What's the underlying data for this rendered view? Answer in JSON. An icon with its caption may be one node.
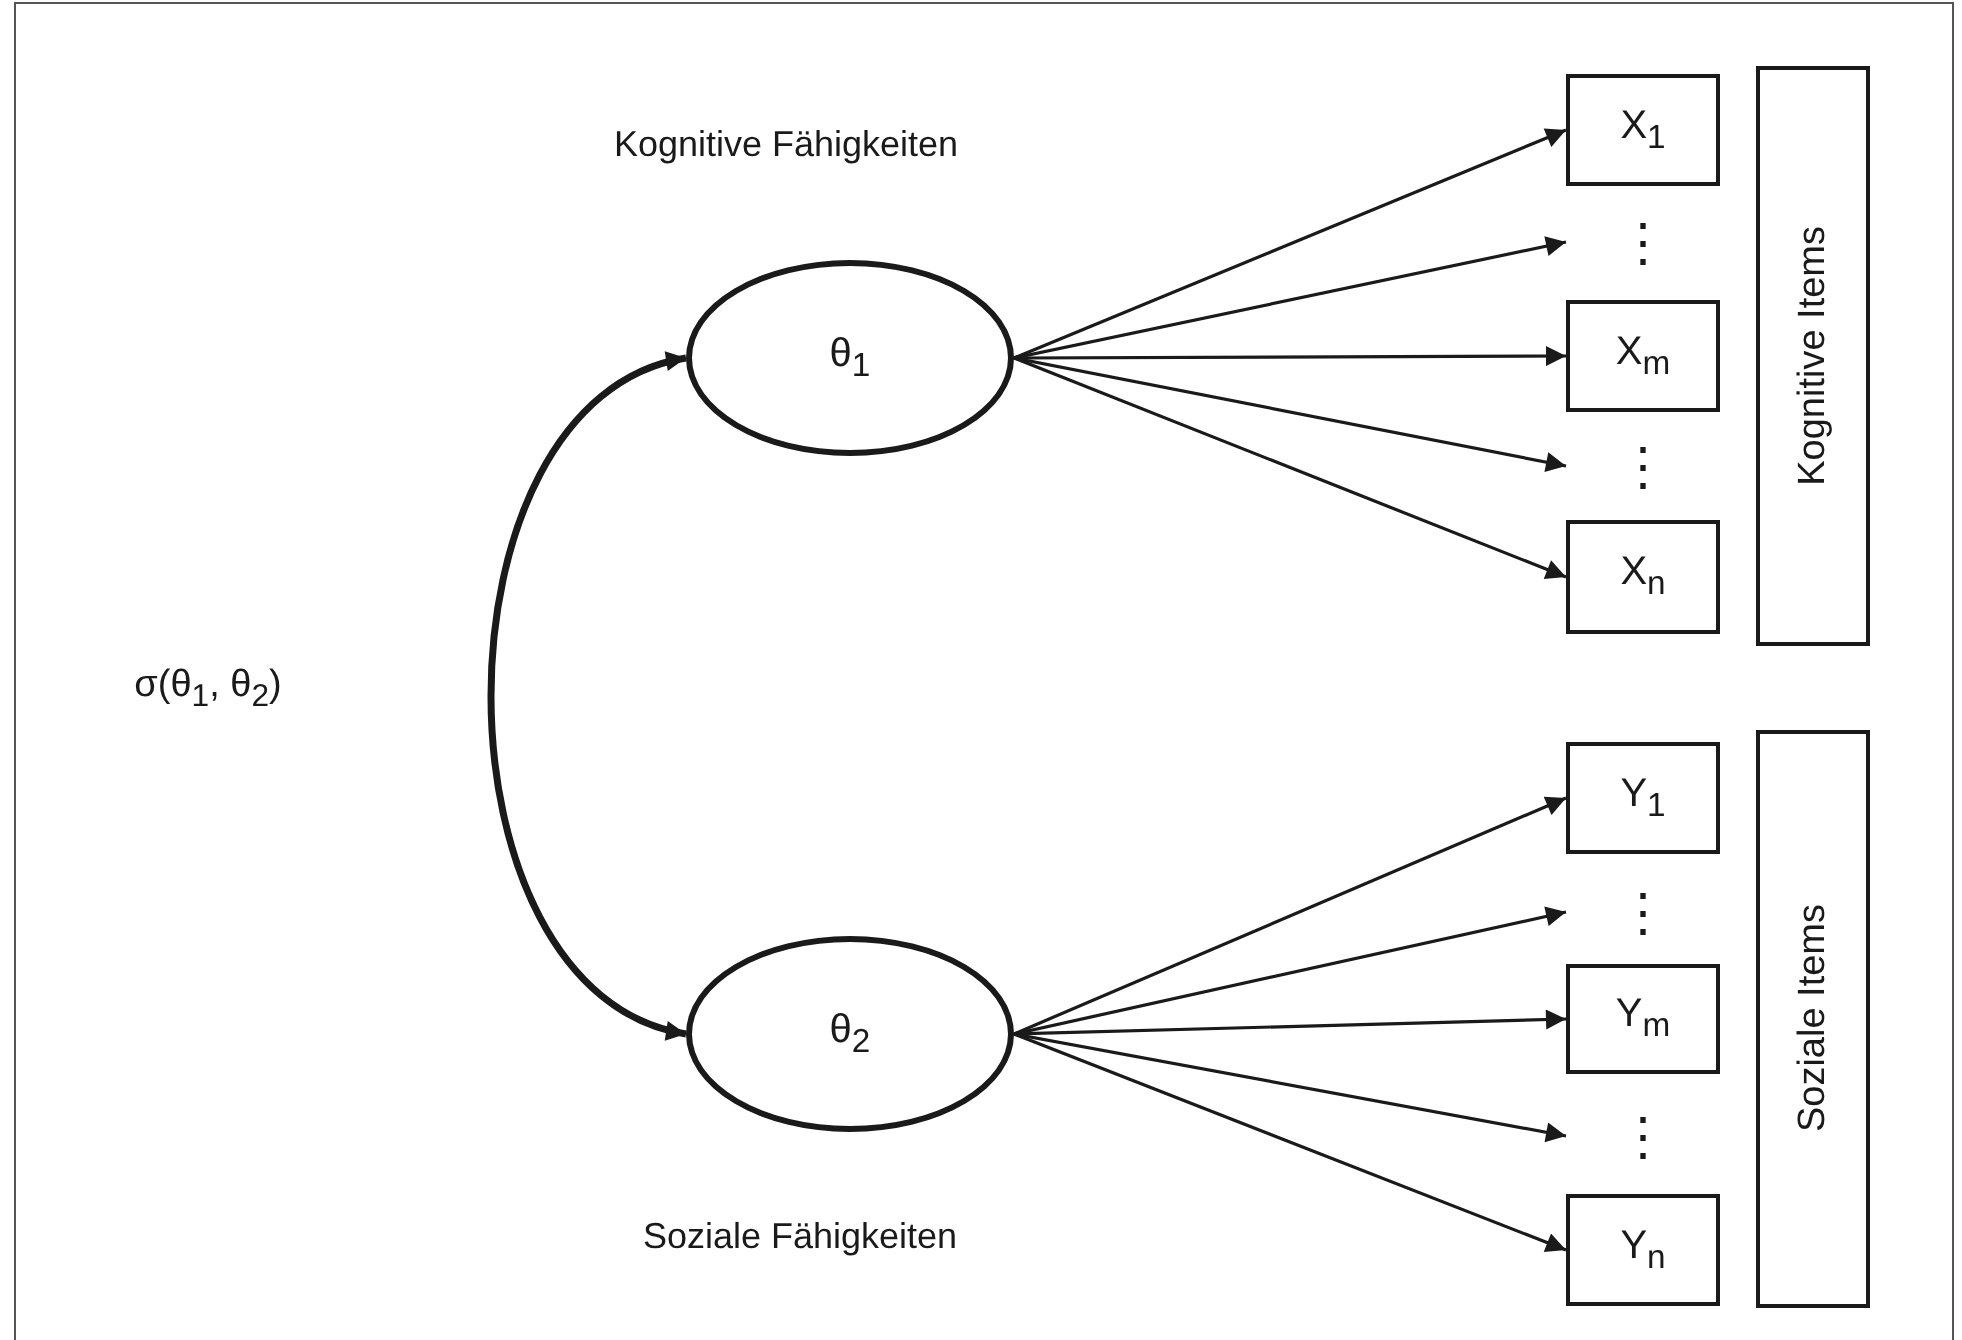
{
  "diagram": {
    "nodes": [
      {
        "text": [
          "θ$_{1}$"
        ],
        "beside": [
          "Kognitive Fähigkeiten"
        ]
      },
      {
        "text": [
          "X$_{1}$"
        ]
      },
      {
        "text": [
          "⋮"
        ]
      },
      {
        "text": [
          "X$_{m}$"
        ]
      },
      {
        "text": [
          "⋮"
        ]
      },
      {
        "text": [
          "X$_{n}$"
        ]
      },
      {
        "text": [
          "Kognitive Items"
        ]
      },
      {
        "text": [
          "θ$_{2}$"
        ],
        "beside": [
          "Soziale Fähigkeiten"
        ]
      },
      {
        "text": [
          "Y$_{1}$"
        ]
      },
      {
        "text": [
          "⋮"
        ]
      },
      {
        "text": [
          "Y$_{m}$"
        ]
      },
      {
        "text": [
          "⋮"
        ]
      },
      {
        "text": [
          "Y$_{n}$"
        ]
      },
      {
        "text": [
          "Soziale Items"
        ]
      }
    ],
    "edges": [
      {
        "from": 0,
        "to": 1,
        "arrow": "to"
      },
      {
        "from": 0,
        "to": 2,
        "arrow": "to"
      },
      {
        "from": 0,
        "to": 3,
        "arrow": "to"
      },
      {
        "from": 0,
        "to": 4,
        "arrow": "to"
      },
      {
        "from": 0,
        "to": 5,
        "arrow": "to"
      },
      {
        "from": 7,
        "to": 8,
        "arrow": "to"
      },
      {
        "from": 7,
        "to": 9,
        "arrow": "to"
      },
      {
        "from": 7,
        "to": 10,
        "arrow": "to"
      },
      {
        "from": 7,
        "to": 11,
        "arrow": "to"
      },
      {
        "from": 7,
        "to": 12,
        "arrow": "to"
      },
      {
        "from": 0,
        "to": 7,
        "arrow": "both",
        "style": "thick"
      }
    ],
    "labels": [
      "σ(θ$_{1}$, θ$_{2}$)"
    ]
  }
}
